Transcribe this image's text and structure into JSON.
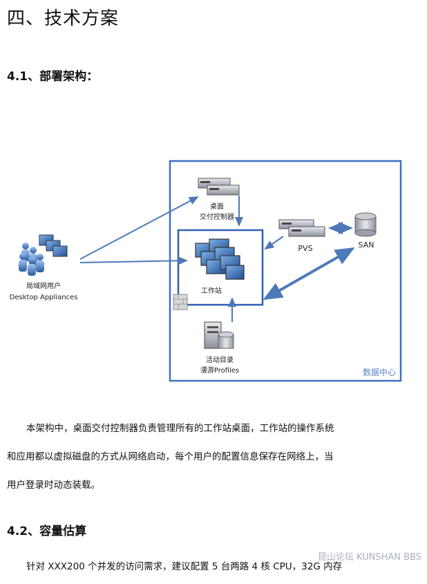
{
  "heading": "四、技术方案",
  "section1": "4.1、部署架构：",
  "diagram": {
    "users_label1": "局域网用户",
    "users_label2": "Desktop Appliances",
    "controller_label1": "桌面",
    "controller_label2": "交付控制器",
    "pvs_label": "PVS",
    "san_label": "SAN",
    "workstation_label": "工作站",
    "ad_label1": "活动目录",
    "ad_label2": "漫游Profiles",
    "datacenter_label": "数据中心"
  },
  "paragraph1_line1": "本架构中，桌面交付控制器负责管理所有的工作站桌面，工作站的操作系统",
  "paragraph1_line2": "和应用都以虚拟磁盘的方式从网络启动，每个用户的配置信息保存在网络上，当",
  "paragraph1_line3": "用户登录时动态装载。",
  "section2": "4.2、容量估算",
  "paragraph2_line1": "针对 XXX200 个并发的访问需求，建议配置 5 台两路 4 核 CPU，32G 内存",
  "watermark_text": "昆山论坛 KUNSHAN BBS"
}
